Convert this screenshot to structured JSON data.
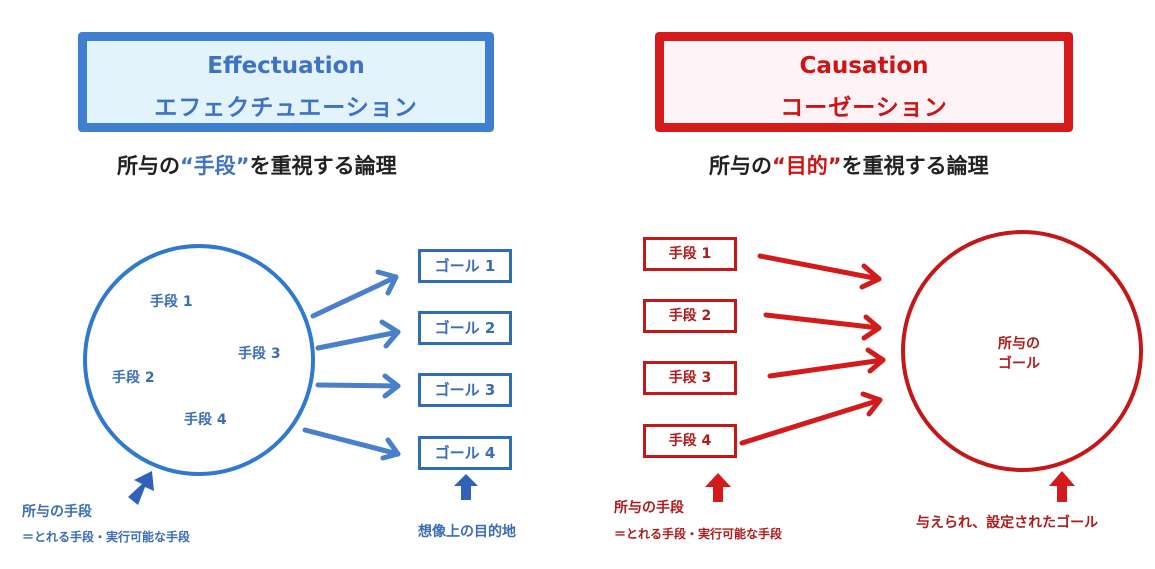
{
  "left": {
    "title_en": "Effectuation",
    "title_jp": "エフェクチュエーション",
    "subtitle_pre": "所与の",
    "subtitle_hl": "“手段”",
    "subtitle_post": "を重視する論理",
    "circle_items": [
      "手段 1",
      "手段 3",
      "手段 2",
      "手段 4"
    ],
    "goals": [
      "ゴール 1",
      "ゴール 2",
      "ゴール 3",
      "ゴール 4"
    ],
    "note_main": "所与の手段",
    "note_sub": "＝とれる手段・実行可能な手段",
    "goal_note": "想像上の目的地",
    "color": "#3f7fcf"
  },
  "right": {
    "title_en": "Causation",
    "title_jp": "コーゼーション",
    "subtitle_pre": "所与の",
    "subtitle_hl": "“目的”",
    "subtitle_post": "を重視する論理",
    "means": [
      "手段 1",
      "手段 2",
      "手段 3",
      "手段 4"
    ],
    "circle_line1": "所与の",
    "circle_line2": "ゴール",
    "note_main": "所与の手段",
    "note_sub": "＝とれる手段・実行可能な手段",
    "goal_note": "与えられ、設定されたゴール",
    "color": "#d51a1a"
  }
}
